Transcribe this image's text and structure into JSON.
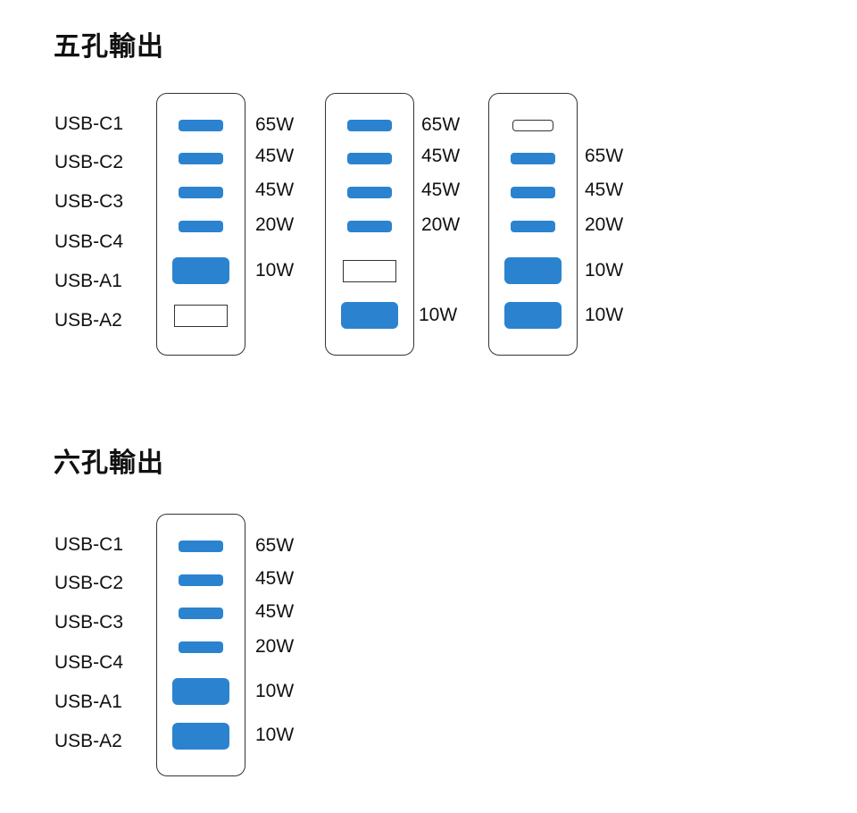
{
  "colors": {
    "active_port": "#2b83cf",
    "inactive_port": "#ffffff",
    "outline": "#333333"
  },
  "five_port": {
    "title": "五孔輸出",
    "port_labels": [
      "USB-C1",
      "USB-C2",
      "USB-C3",
      "USB-C4",
      "USB-A1",
      "USB-A2"
    ],
    "configs": [
      {
        "ports": [
          {
            "type": "c",
            "active": true,
            "watt": "65W"
          },
          {
            "type": "c",
            "active": true,
            "watt": "45W"
          },
          {
            "type": "c",
            "active": true,
            "watt": "45W"
          },
          {
            "type": "c",
            "active": true,
            "watt": "20W"
          },
          {
            "type": "a",
            "active": true,
            "watt": "10W"
          },
          {
            "type": "a",
            "active": false,
            "watt": ""
          }
        ]
      },
      {
        "ports": [
          {
            "type": "c",
            "active": true,
            "watt": "65W"
          },
          {
            "type": "c",
            "active": true,
            "watt": "45W"
          },
          {
            "type": "c",
            "active": true,
            "watt": "45W"
          },
          {
            "type": "c",
            "active": true,
            "watt": "20W"
          },
          {
            "type": "a",
            "active": false,
            "watt": ""
          },
          {
            "type": "a",
            "active": true,
            "watt": "10W"
          }
        ]
      },
      {
        "ports": [
          {
            "type": "c",
            "active": false,
            "watt": ""
          },
          {
            "type": "c",
            "active": true,
            "watt": "65W"
          },
          {
            "type": "c",
            "active": true,
            "watt": "45W"
          },
          {
            "type": "c",
            "active": true,
            "watt": "20W"
          },
          {
            "type": "a",
            "active": true,
            "watt": "10W"
          },
          {
            "type": "a",
            "active": true,
            "watt": "10W"
          }
        ]
      }
    ]
  },
  "six_port": {
    "title": "六孔輸出",
    "port_labels": [
      "USB-C1",
      "USB-C2",
      "USB-C3",
      "USB-C4",
      "USB-A1",
      "USB-A2"
    ],
    "configs": [
      {
        "ports": [
          {
            "type": "c",
            "active": true,
            "watt": "65W"
          },
          {
            "type": "c",
            "active": true,
            "watt": "45W"
          },
          {
            "type": "c",
            "active": true,
            "watt": "45W"
          },
          {
            "type": "c",
            "active": true,
            "watt": "20W"
          },
          {
            "type": "a",
            "active": true,
            "watt": "10W"
          },
          {
            "type": "a",
            "active": true,
            "watt": "10W"
          }
        ]
      }
    ]
  }
}
